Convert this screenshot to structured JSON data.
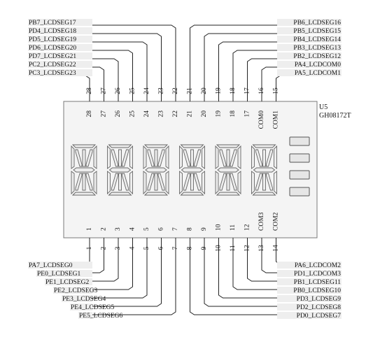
{
  "component": {
    "designator": "U5",
    "part_number": "GH08172T"
  },
  "top_pins": [
    {
      "pin": "28",
      "net": "PC3_LCDSEG23"
    },
    {
      "pin": "27",
      "net": "PC2_LCDSEG22"
    },
    {
      "pin": "26",
      "net": "PD7_LCDSEG21"
    },
    {
      "pin": "25",
      "net": "PD6_LCDSEG20"
    },
    {
      "pin": "24",
      "net": "PD5_LCDSEG19"
    },
    {
      "pin": "23",
      "net": "PD4_LCDSEG18"
    },
    {
      "pin": "22",
      "net": "PB7_LCDSEG17"
    },
    {
      "pin": "21",
      "net": "PB6_LCDSEG16"
    },
    {
      "pin": "20",
      "net": "PB5_LCDSEG15"
    },
    {
      "pin": "19",
      "net": "PB4_LCDSEG14"
    },
    {
      "pin": "18",
      "net": "PB3_LCDSEG13"
    },
    {
      "pin": "17",
      "net": "PB2_LCDSEG12"
    },
    {
      "pin": "16",
      "net": "PA4_LCDCOM0"
    },
    {
      "pin": "15",
      "net": "PA5_LCDCOM1"
    }
  ],
  "bottom_pins": [
    {
      "pin": "1",
      "net": "PA7_LCDSEG0"
    },
    {
      "pin": "2",
      "net": "PE0_LCDSEG1"
    },
    {
      "pin": "3",
      "net": "PE1_LCDSEG2"
    },
    {
      "pin": "4",
      "net": "PE2_LCDSEG3"
    },
    {
      "pin": "5",
      "net": "PE3_LCDSEG4"
    },
    {
      "pin": "6",
      "net": "PE4_LCDSEG5"
    },
    {
      "pin": "7",
      "net": "PE5_LCDSEG6"
    },
    {
      "pin": "8",
      "net": "PD0_LCDSEG7"
    },
    {
      "pin": "9",
      "net": "PD2_LCDSEG8"
    },
    {
      "pin": "10",
      "net": "PD3_LCDSEG9"
    },
    {
      "pin": "11",
      "net": "PB0_LCDSEG10"
    },
    {
      "pin": "12",
      "net": "PB1_LCDSEG11"
    },
    {
      "pin": "13",
      "net": "PD1_LCDCOM3"
    },
    {
      "pin": "14",
      "net": "PA6_LCDCOM2"
    }
  ],
  "inner_top_labels": [
    "28",
    "27",
    "26",
    "25",
    "24",
    "23",
    "22",
    "21",
    "20",
    "19",
    "18",
    "17",
    "COM0",
    "COM1"
  ],
  "inner_bottom_labels": [
    "1",
    "2",
    "3",
    "4",
    "5",
    "6",
    "7",
    "8",
    "9",
    "10",
    "11",
    "12",
    "COM3",
    "COM2"
  ],
  "digit_count": 6,
  "indicator_count": 4
}
